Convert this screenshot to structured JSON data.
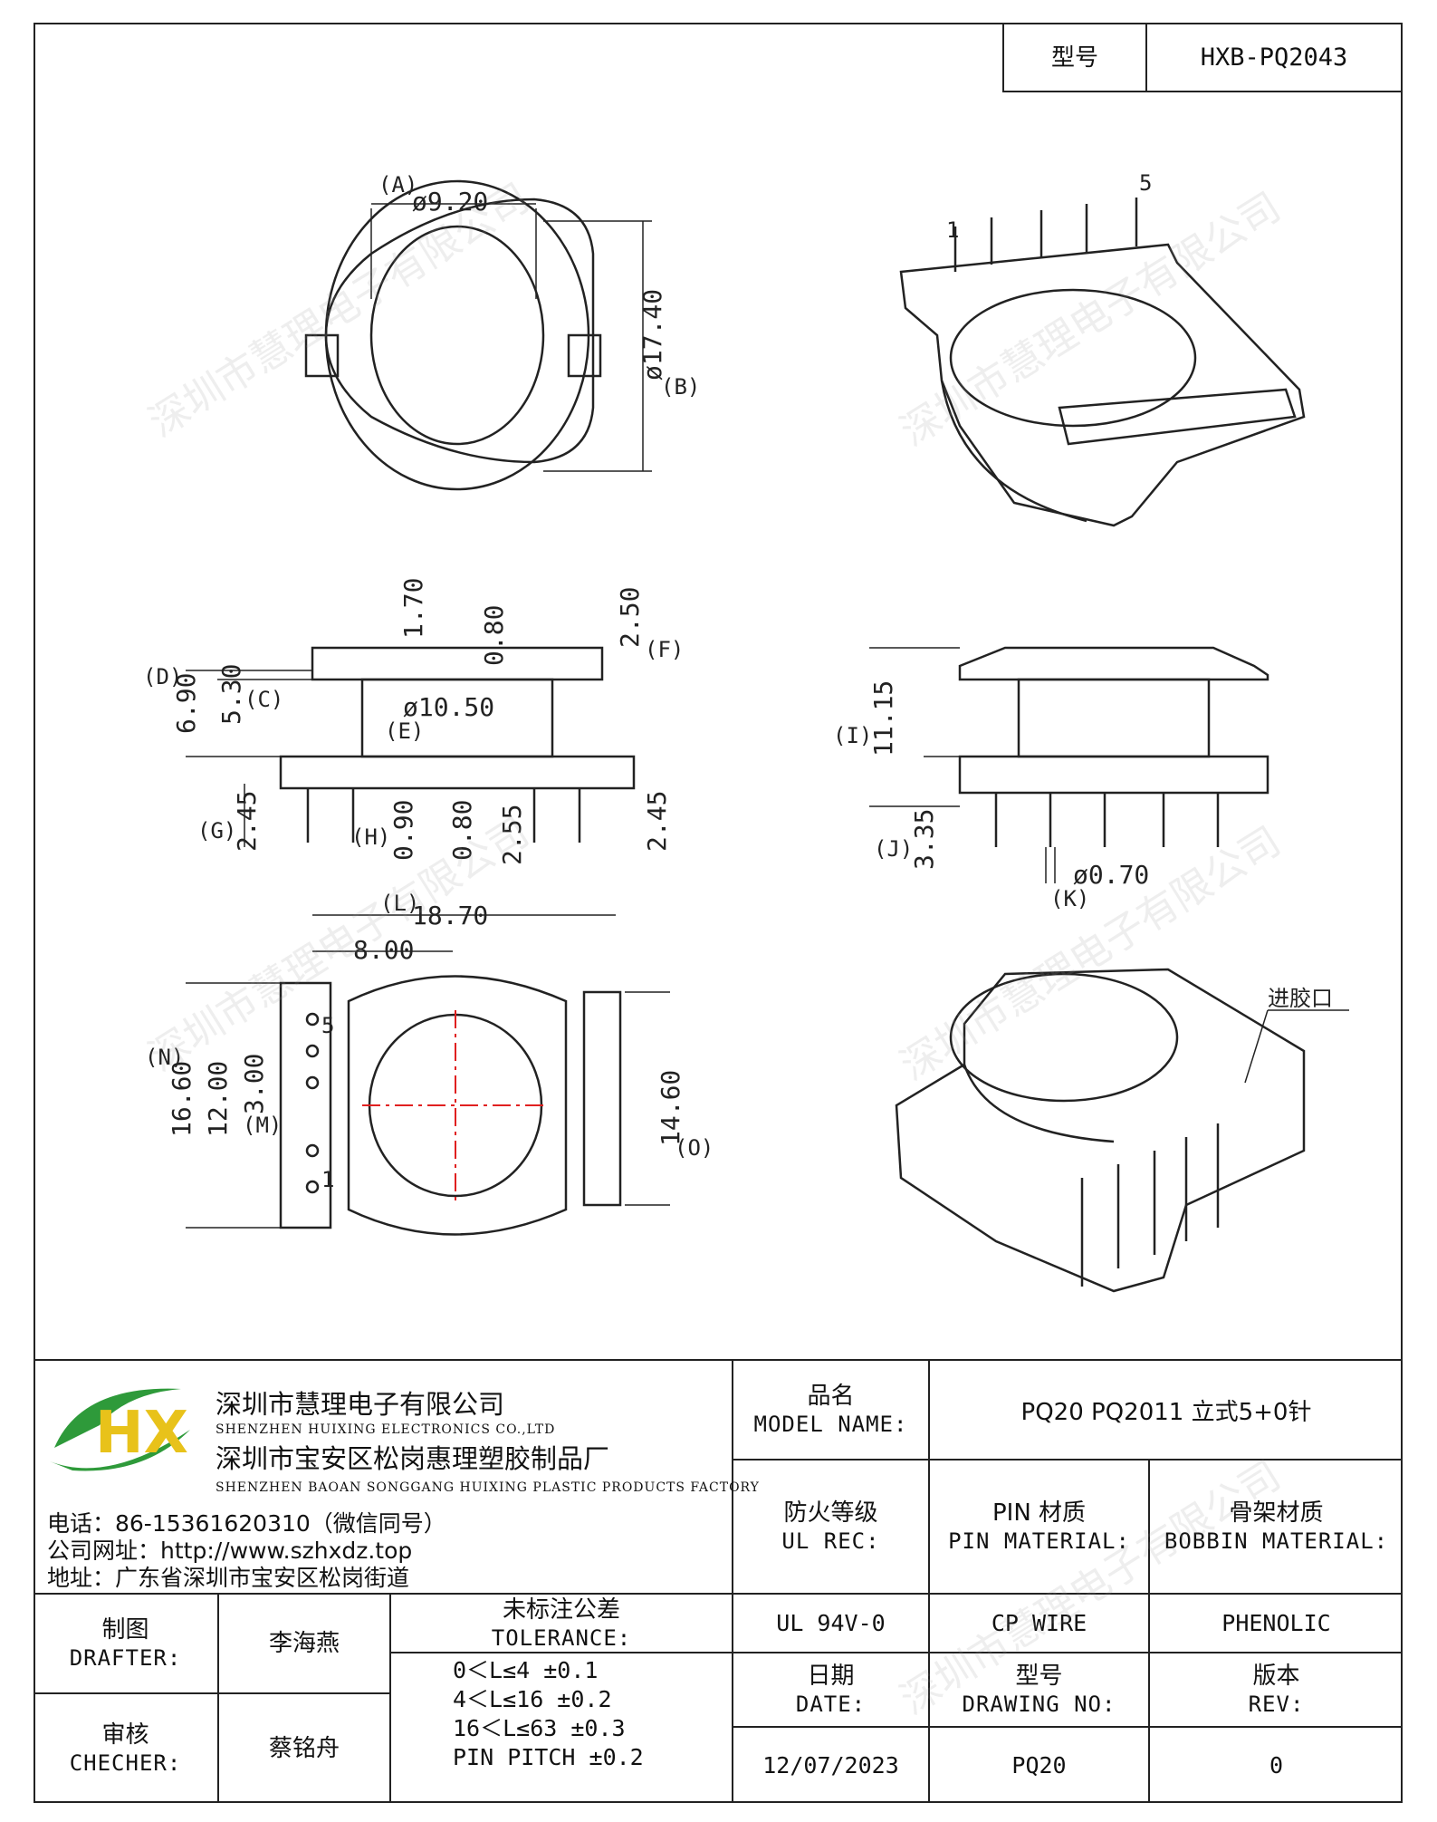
{
  "header": {
    "model_label": "型号",
    "model_value": "HXB-PQ2043"
  },
  "dimensions": {
    "top_view": {
      "a_label": "(A)",
      "a_value": "ø9.20",
      "b_label": "(B)",
      "b_value": "ø17.40"
    },
    "pins_3d_top": {
      "pin1": "1",
      "pin5": "5"
    },
    "front_view": {
      "v170": "1.70",
      "v080_top": "0.80",
      "v250": "2.50",
      "f_label": "(F)",
      "d_label": "(D)",
      "v690": "6.90",
      "v530": "5.30",
      "c_label": "(C)",
      "v1050": "ø10.50",
      "e_label": "(E)",
      "g_label": "(G)",
      "v245_left": "2.45",
      "h_label": "(H)",
      "v090": "0.90",
      "v080_bot": "0.80",
      "v255": "2.55",
      "v245_right": "2.45"
    },
    "side_view": {
      "i_label": "(I)",
      "v1115": "11.15",
      "j_label": "(J)",
      "v335": "3.35",
      "v070": "ø0.70",
      "k_label": "(K)"
    },
    "bottom_view": {
      "l_label": "(L)",
      "v1870": "18.70",
      "v800": "8.00",
      "n_label": "(N)",
      "v1660": "16.60",
      "v1200": "12.00",
      "v300": "3.00",
      "m_label": "(M)",
      "pin5": "5",
      "pin1": "1",
      "v1460": "14.60",
      "o_label": "(O)"
    },
    "gate_label": "进胶口"
  },
  "company": {
    "name_cn": "深圳市慧理电子有限公司",
    "name_en": "SHENZHEN HUIXING ELECTRONICS CO.,LTD",
    "factory_cn": "深圳市宝安区松岗惠理塑胶制品厂",
    "factory_en": "SHENZHEN BAOAN SONGGANG HUIXING PLASTIC PRODUCTS FACTORY",
    "phone": "电话：86-15361620310（微信同号）",
    "website": "公司网址：http://www.szhxdz.top",
    "address": "地址：广东省深圳市宝安区松岗街道",
    "logo_text": "HX"
  },
  "titleblock": {
    "model_name_cn": "品名",
    "model_name_en": "MODEL NAME:",
    "model_name_value": "PQ20 PQ2011 立式5+0针",
    "fire_cn": "防火等级",
    "fire_en": "UL REC:",
    "pin_cn": "PIN 材质",
    "pin_en": "PIN MATERIAL:",
    "bobbin_cn": "骨架材质",
    "bobbin_en": "BOBBIN MATERIAL:",
    "fire_value": "UL 94V-0",
    "pin_value": "CP WIRE",
    "bobbin_value": "PHENOLIC",
    "drafter_cn": "制图",
    "drafter_en": "DRAFTER:",
    "drafter_name": "李海燕",
    "checker_cn": "审核",
    "checker_en": "CHECHER:",
    "checker_name": "蔡铭舟",
    "tolerance_cn": "未标注公差",
    "tolerance_en": "TOLERANCE:",
    "tolerances": [
      "0＜L≤4  ±0.1",
      "4＜L≤16 ±0.2",
      "16＜L≤63 ±0.3",
      "PIN PITCH ±0.2"
    ],
    "date_cn": "日期",
    "date_en": "DATE:",
    "date_value": "12/07/2023",
    "drawing_cn": "型号",
    "drawing_en": "DRAWING NO:",
    "drawing_value": "PQ20",
    "rev_cn": "版本",
    "rev_en": "REV:",
    "rev_value": "0"
  },
  "watermark": "深圳市慧理电子有限公司",
  "colors": {
    "logo_green": "#2e9a3a",
    "logo_yellow": "#e8c21a",
    "center_mark": "#e02020"
  }
}
